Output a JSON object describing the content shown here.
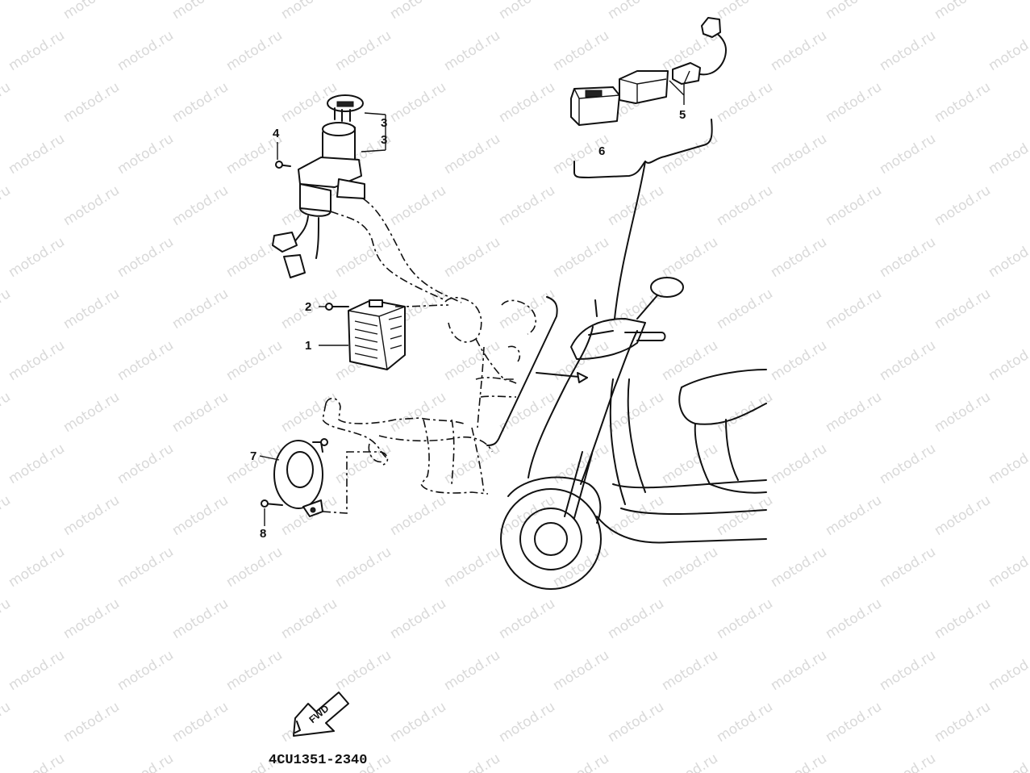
{
  "watermark": "motod.ru",
  "part_code": "4CU1351-2340",
  "fwd_label": "FWD",
  "callouts": [
    "1",
    "2",
    "3",
    "3",
    "4",
    "5",
    "5",
    "6",
    "7",
    "8"
  ]
}
